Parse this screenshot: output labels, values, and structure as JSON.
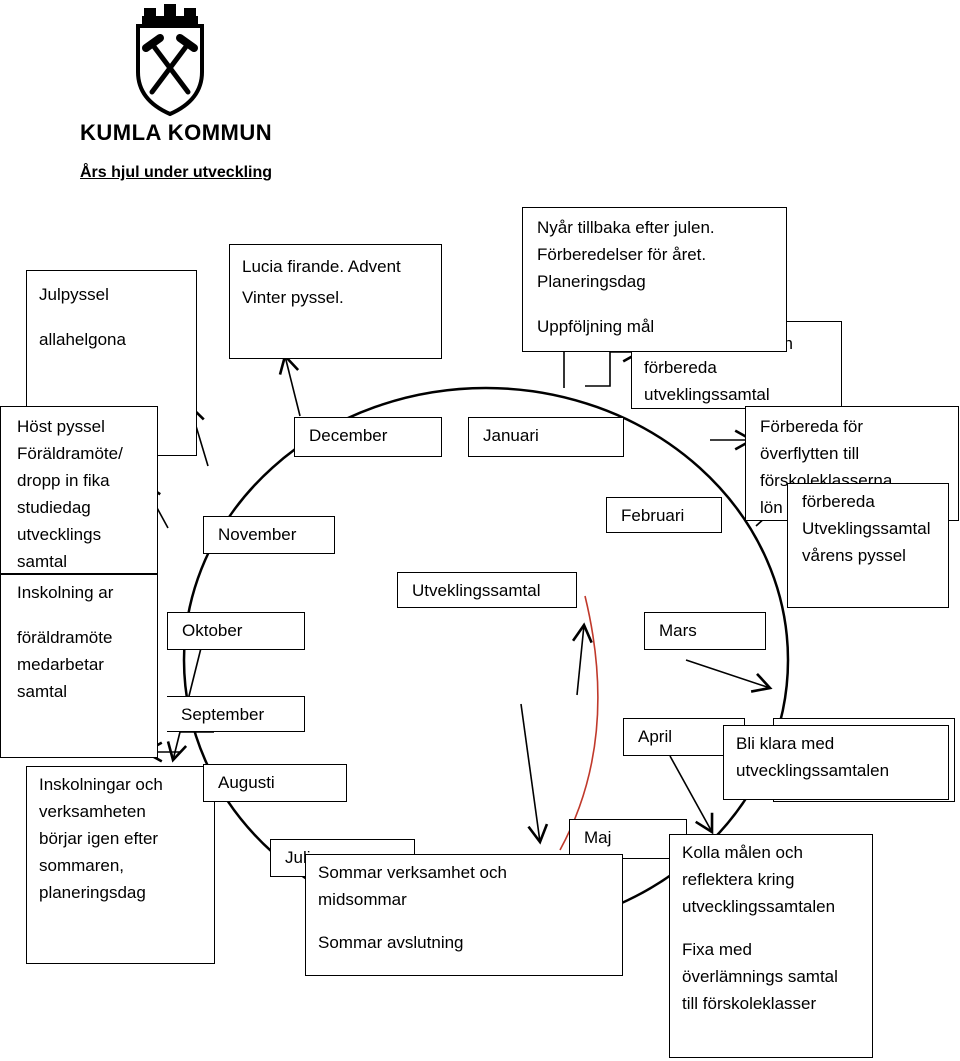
{
  "logo": {
    "name": "KUMLA KOMMUN",
    "icon": "crowned-shield-crossed-hammers-icon"
  },
  "title": "Års hjul under utveckling",
  "months": {
    "december": "December",
    "januari": "Januari",
    "november": "November",
    "februari": "Februari",
    "utveckling": "Utveklingssamtal",
    "oktober": "Oktober",
    "mars": "Mars",
    "september": "September",
    "april": "April",
    "augusti": "Augusti",
    "maj": "Maj",
    "juli": "Juli"
  },
  "boxes": {
    "julpyssel": [
      "Julpyssel",
      "allahelgona"
    ],
    "lucia": [
      "Lucia firande. Advent",
      "Vinter pyssel."
    ],
    "nyar": [
      "Nyår tillbaka efter julen.",
      "Förberedelser för året.",
      "Planeringsdag",
      "Uppföljning mål"
    ],
    "forbereda_utv": [
      "förbereda",
      "utveklingssamtal"
    ],
    "forbereda_overflytten": [
      "Förbereda för",
      "överflytten till",
      "förskoleklasserna",
      "lön"
    ],
    "forbereda_var": [
      "förbereda",
      "Utveklingssamtal",
      "vårens pyssel"
    ],
    "host": [
      "Höst pyssel",
      "Föräldramöte/",
      "dropp in fika",
      "studiedag",
      "utvecklings",
      "samtal"
    ],
    "inskolning_ar": [
      "Inskolning ar",
      "föräldramöte",
      "medarbetar",
      "samtal"
    ],
    "inskolningar": [
      "Inskolningar och",
      "verksamheten",
      "börjar igen efter",
      "sommaren,",
      "planeringsdag"
    ],
    "bli_klara": [
      "Bli klara med",
      "utvecklingssamtalen"
    ],
    "sommar": [
      "Sommar verksamhet och",
      "midsommar",
      "Sommar avslutning"
    ],
    "kolla": [
      "Kolla målen och",
      "reflektera kring",
      "utvecklingssamtalen",
      "Fixa med",
      "överlämnings samtal",
      "till förskoleklasser"
    ]
  },
  "colors": {
    "line": "#000000",
    "curve_accent": "#c0392b"
  }
}
